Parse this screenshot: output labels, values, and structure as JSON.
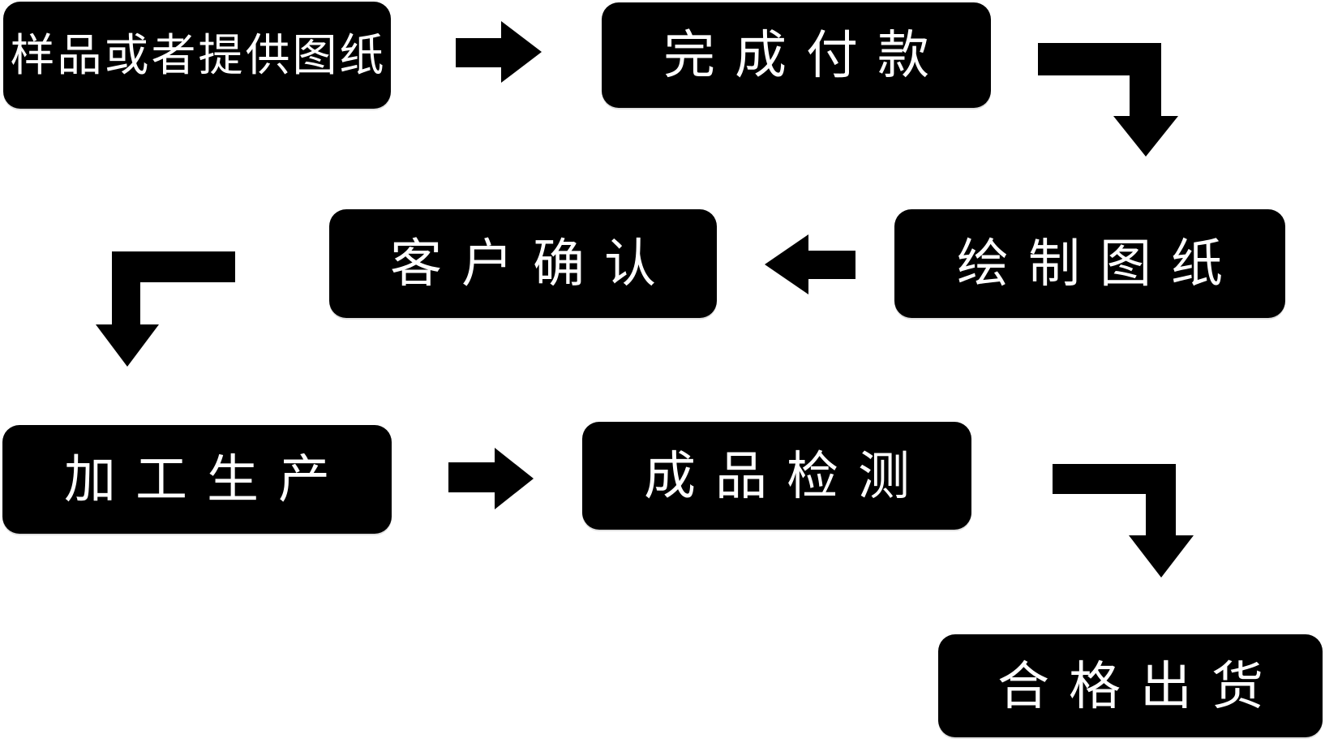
{
  "diagram": {
    "type": "flowchart",
    "language": "zh-CN",
    "colors": {
      "background": "#ffffff",
      "node_fill": "#000000",
      "node_text": "#ffffff",
      "arrow": "#000000"
    },
    "nodes": [
      {
        "id": "step-1",
        "label": "样品或者提供图纸"
      },
      {
        "id": "step-2",
        "label": "完成付款"
      },
      {
        "id": "step-3",
        "label": "绘制图纸"
      },
      {
        "id": "step-4",
        "label": "客户确认"
      },
      {
        "id": "step-5",
        "label": "加工生产"
      },
      {
        "id": "step-6",
        "label": "成品检测"
      },
      {
        "id": "step-7",
        "label": "合格出货"
      }
    ],
    "connections": [
      {
        "from": "step-1",
        "to": "step-2",
        "shape": "right-arrow"
      },
      {
        "from": "step-2",
        "to": "step-3",
        "shape": "elbow-down-arrow"
      },
      {
        "from": "step-3",
        "to": "step-4",
        "shape": "left-arrow"
      },
      {
        "from": "step-4",
        "to": "step-5",
        "shape": "elbow-down-arrow"
      },
      {
        "from": "step-5",
        "to": "step-6",
        "shape": "right-arrow"
      },
      {
        "from": "step-6",
        "to": "step-7",
        "shape": "elbow-down-arrow"
      }
    ]
  }
}
